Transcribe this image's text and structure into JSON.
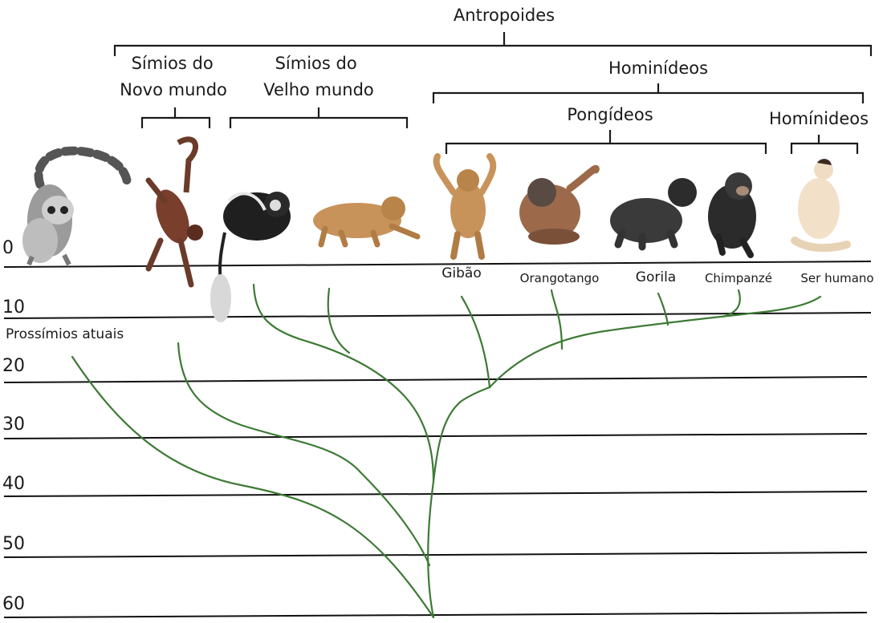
{
  "groups": {
    "anthropoids": "Antropoides",
    "new_world": "Símios do Novo mundo",
    "old_world": "Símios do Velho mundo",
    "hominids": "Hominídeos",
    "pongids": "Pongídeos",
    "hominins": "Homínideos"
  },
  "species": {
    "gibbon": "Gibão",
    "orangutan": "Orangotango",
    "gorilla": "Gorila",
    "chimpanzee": "Chimpanzé",
    "human": "Ser humano",
    "prosimians": "Prossímios atuais"
  },
  "timeline": {
    "ticks": [
      "0",
      "10",
      "20",
      "30",
      "40",
      "50",
      "60"
    ]
  },
  "colors": {
    "branch": "#3d7a35",
    "lines": "#111111"
  },
  "animals": [
    "lemur",
    "spider-monkey",
    "colobus-monkey",
    "macaque",
    "gibbon",
    "orangutan",
    "gorilla",
    "chimpanzee",
    "human"
  ]
}
